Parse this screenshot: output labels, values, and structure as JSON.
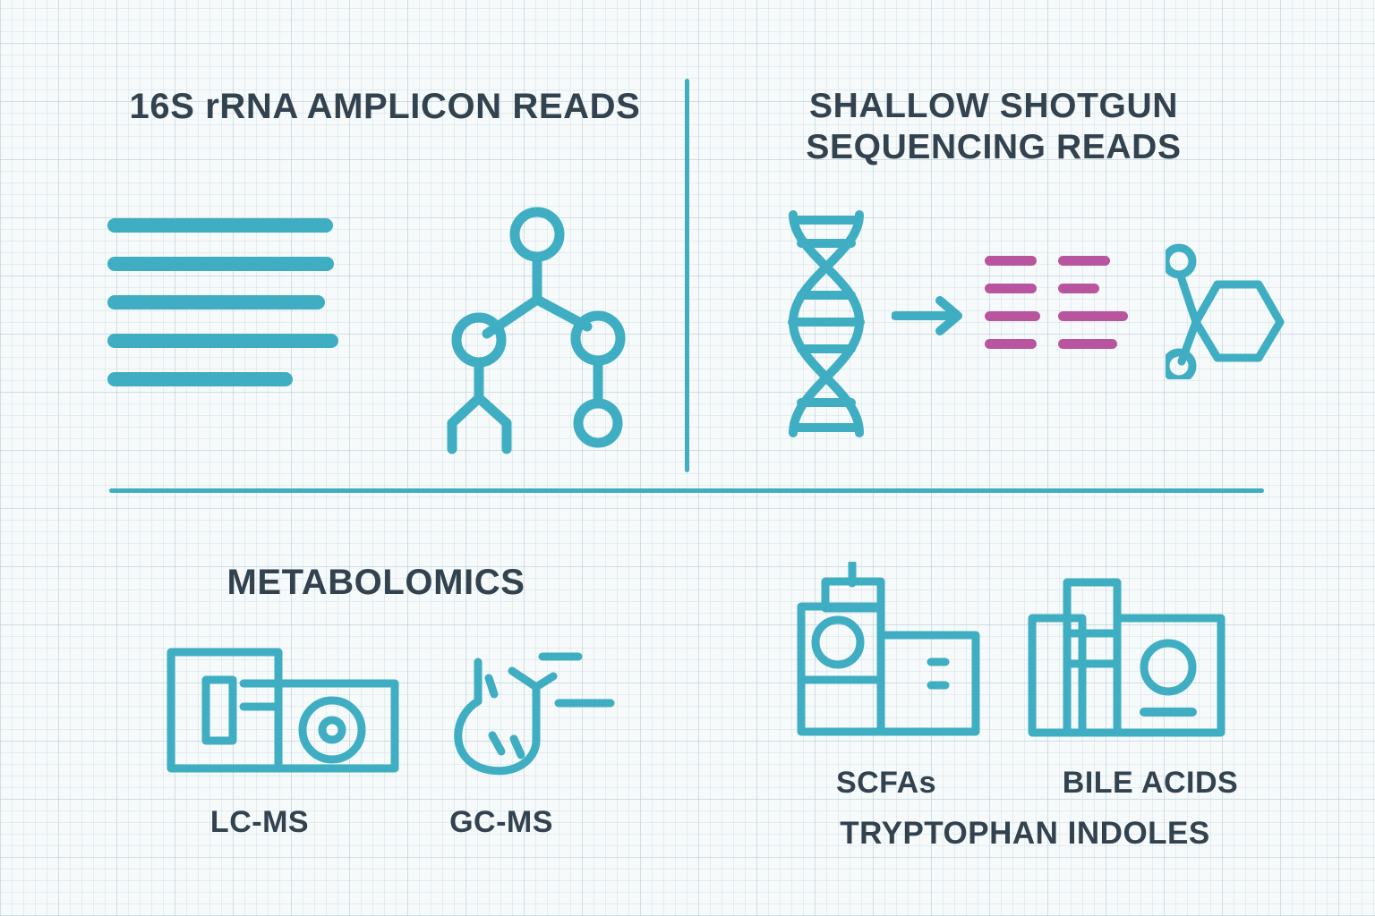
{
  "meta": {
    "background_color": "#f6fafb",
    "accent_teal": "#3faec2",
    "accent_magenta": "#b9559e",
    "text_color": "#33424f"
  },
  "panels": {
    "top_left": {
      "heading": "16S rRNA AMPLICON READS",
      "icons": [
        "sequence-reads-icon",
        "phylogenetic-tree-icon"
      ]
    },
    "top_right": {
      "heading": "SHALLOW SHOTGUN SEQUENCING READS",
      "icons": [
        "dna-helix-icon",
        "arrow-right-icon",
        "gel-bands-icon",
        "molecule-hexagon-icon"
      ]
    },
    "bottom_left": {
      "heading": "METABOLOMICS",
      "captions": [
        {
          "label": "LC-MS",
          "icon": "lc-ms-instrument-icon"
        },
        {
          "label": "GC-MS",
          "icon": "gc-ms-flask-icon"
        }
      ]
    },
    "bottom_right": {
      "captions": [
        {
          "label": "SCFAs",
          "icon": "scfa-instrument-icon"
        },
        {
          "label": "BILE ACIDS",
          "icon": "bile-acids-instrument-icon"
        }
      ],
      "subcaption": "TRYPTOPHAN INDOLES"
    }
  },
  "icon_data": {
    "sequence_reads": {
      "count": 5,
      "widths": [
        252,
        253,
        243,
        258,
        207
      ],
      "color": "#3faec2"
    },
    "gel_bands": {
      "columns": 2,
      "rows": 4,
      "left_widths": [
        58,
        58,
        62,
        58
      ],
      "right_widths": [
        58,
        46,
        78,
        66
      ],
      "color": "#b9559e"
    }
  }
}
